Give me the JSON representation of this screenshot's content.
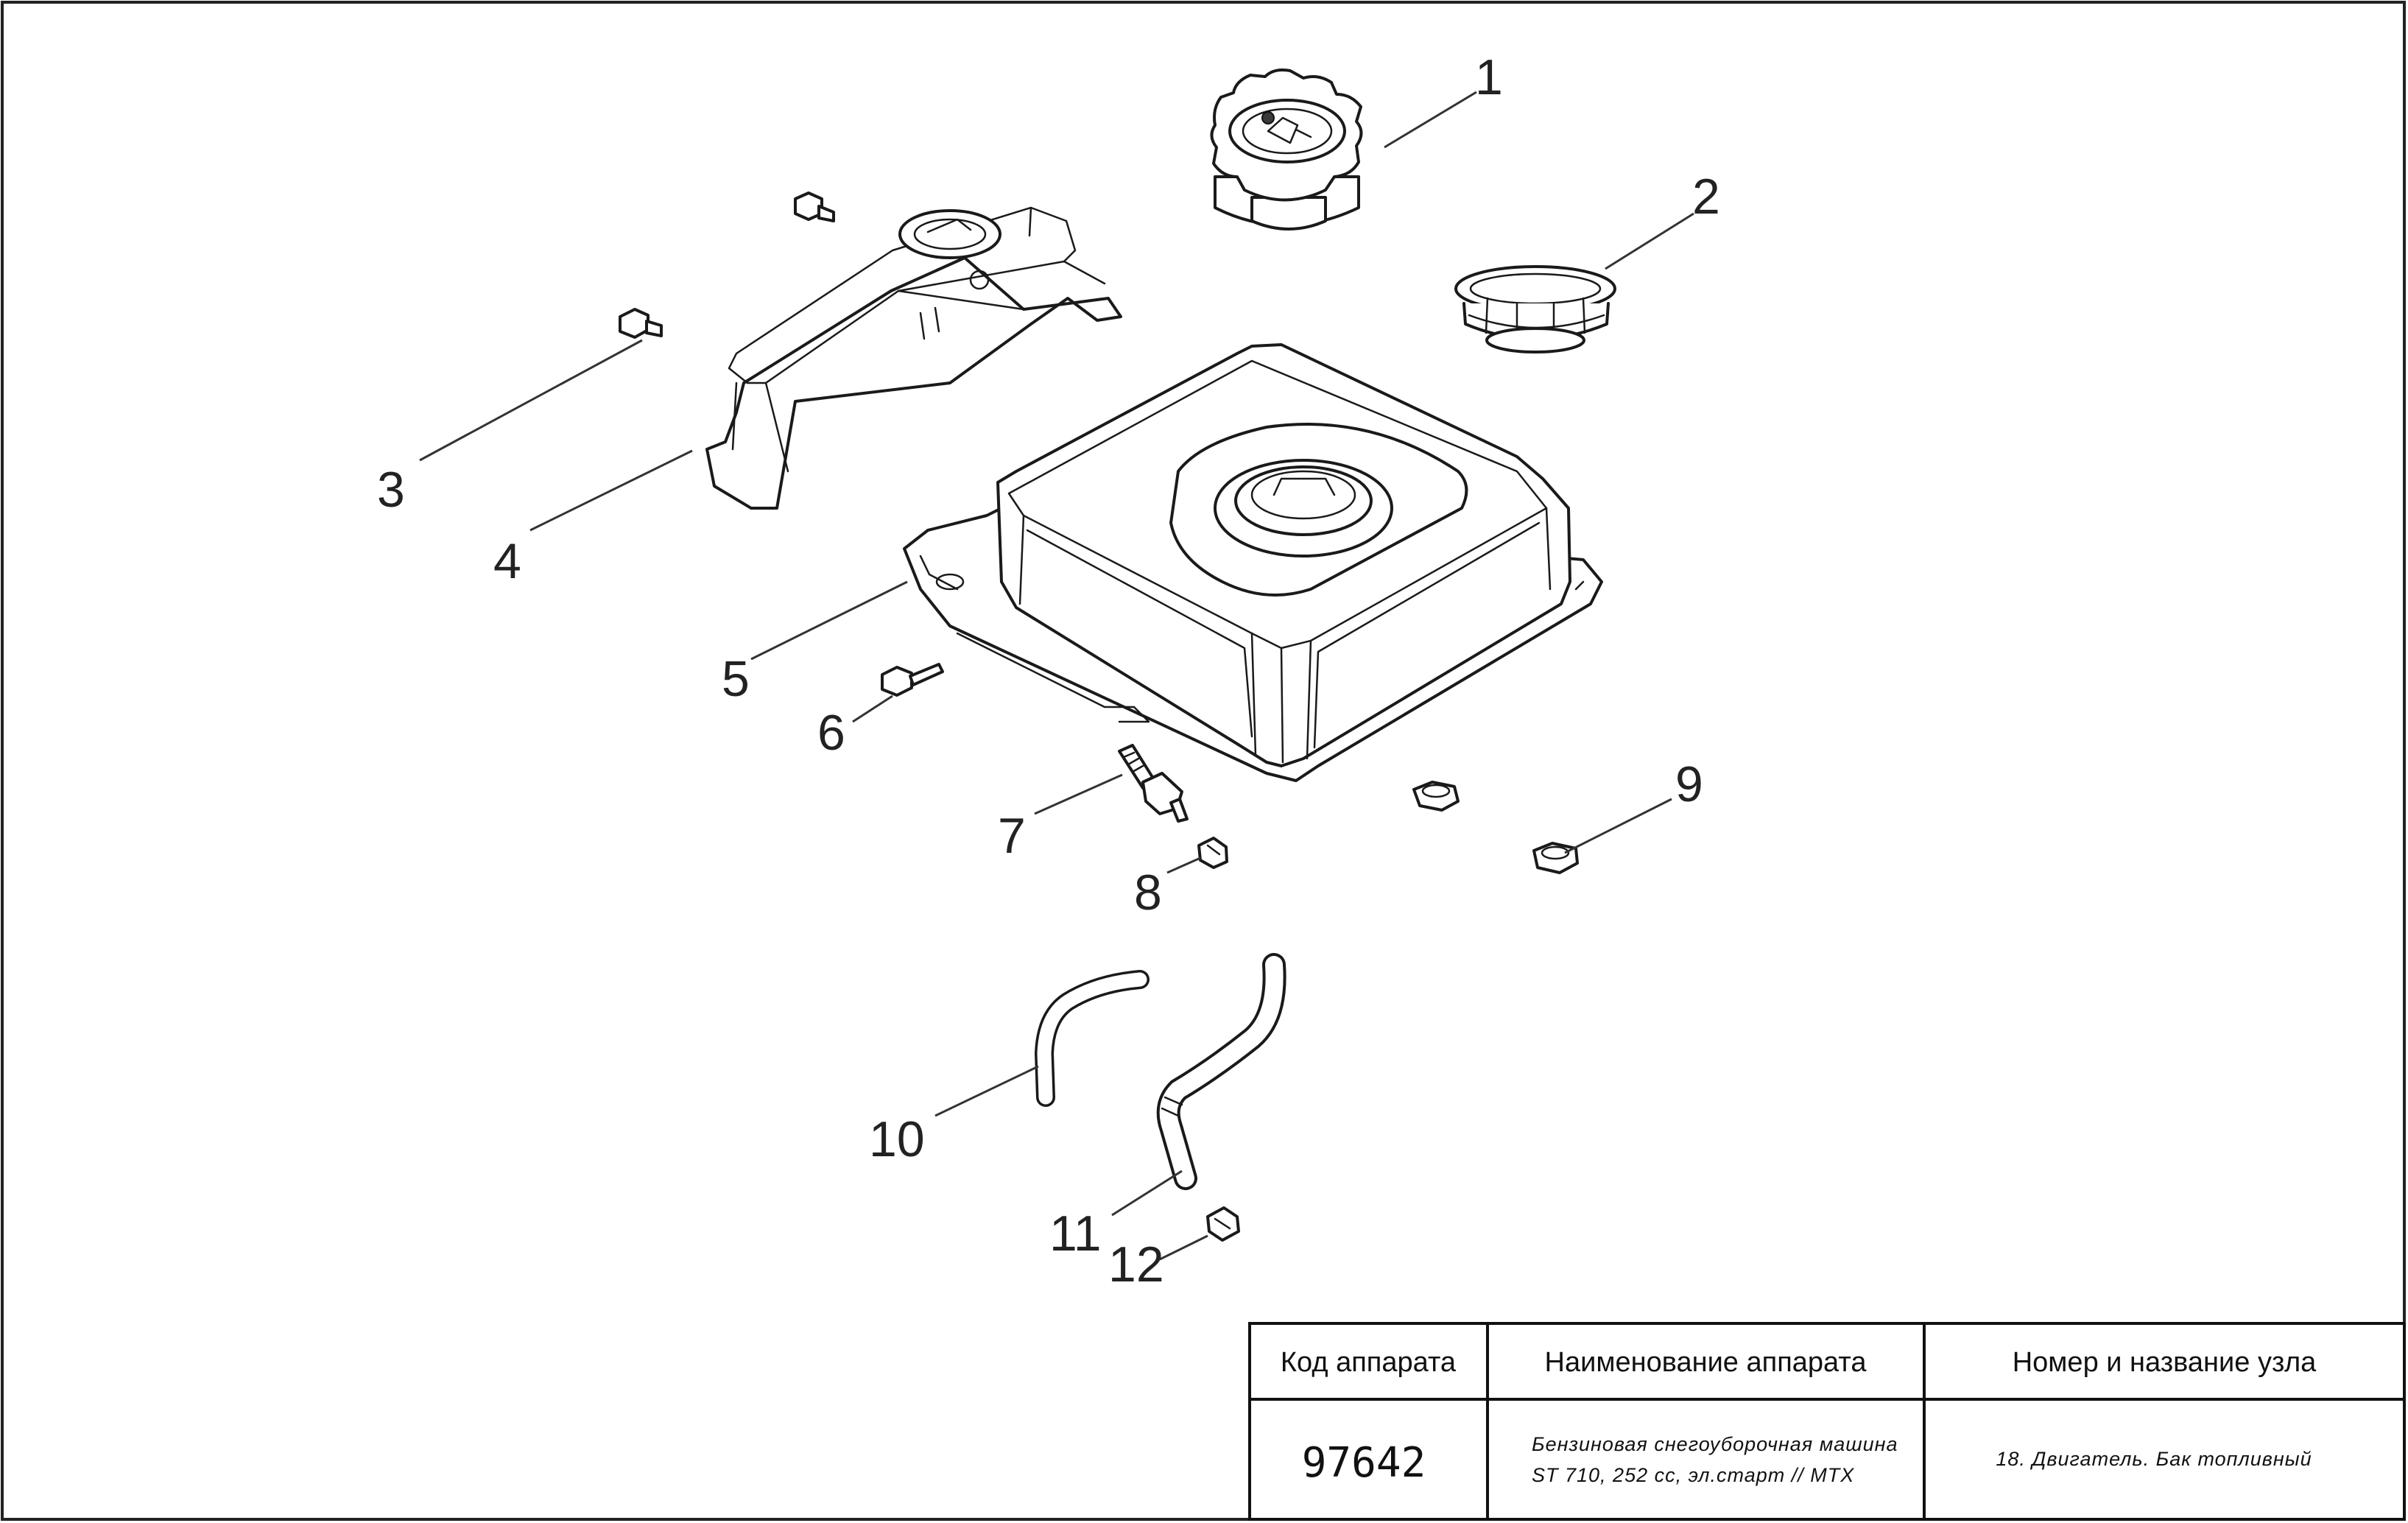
{
  "callouts": [
    "1",
    "2",
    "3",
    "4",
    "5",
    "6",
    "7",
    "8",
    "9",
    "10",
    "11",
    "12"
  ],
  "title_block": {
    "col1_header": "Код аппарата",
    "col2_header": "Наименование аппарата",
    "col3_header": "Номер и название узла",
    "code": "97642",
    "name_line1": "Бензиновая снегоуборочная машина",
    "name_line2": "ST 710, 252 cc, эл.старт // MTX",
    "node": "18. Двигатель. Бак топливный"
  }
}
